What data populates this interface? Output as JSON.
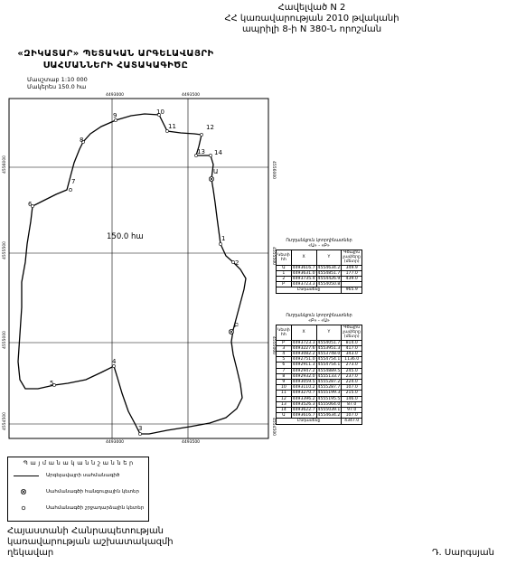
{
  "header": {
    "line1": "Հավելված N 2",
    "line2": "ՀՀ կառավարության 2010 թվականի",
    "line3": "ապրիլի 8-ի N 380-Ն որոշման"
  },
  "map_title": {
    "line1": "«ԶԻԿԱՏԱՐ» ՊԵՏԱԿԱՆ ԱՐԳԵԼԱՎԱՅՐԻ",
    "line2": "ՍԱՀՄԱՆՆԵՐԻ ՀԱՏԱԿԱԳԻԾԸ",
    "scale": "Մասշտաբ 1:10 000",
    "area": "Մակերես 150.0 հա"
  },
  "map": {
    "area_label": "150.0 հա",
    "top_ticks": [
      "4493000",
      "4493500"
    ],
    "bottom_ticks": [
      "4493000",
      "4493500"
    ],
    "left_ticks": [
      "4556000",
      "4555500",
      "4555000",
      "4554500"
    ],
    "right_ticks": [
      "4556000",
      "4555500",
      "4555000",
      "4554500"
    ],
    "points": [
      "1",
      "2",
      "3",
      "4",
      "5",
      "6",
      "7",
      "8",
      "9",
      "10",
      "11",
      "12",
      "13",
      "14",
      "Ա",
      "Բ"
    ]
  },
  "table1": {
    "caption": "Ուղղանկյուն կոորդինատներ",
    "sub": "«Ա» - «Բ»",
    "headers": [
      "Կետի հհ",
      "X",
      "Y",
      "Գծային չափերը (մետր)"
    ],
    "rows": [
      [
        "Ա",
        "4493616.7",
        "4554634.2",
        "349.9"
      ],
      [
        "1",
        "4493631.0",
        "4554851.7",
        "177.0"
      ],
      [
        "2",
        "4493735.4",
        "4554426.9",
        "439.0"
      ],
      [
        "Բ",
        "4493723.3",
        "4554050.8",
        ""
      ]
    ],
    "total_label": "Ընդամենը",
    "total": "965.9"
  },
  "table2": {
    "caption": "Ուղղանկյուն կոորդինատներ",
    "sub": "«Բ» - «Ա»",
    "headers": [
      "Կետի հհ",
      "X",
      "Y",
      "Գծային չափերը (մետր)"
    ],
    "rows": [
      [
        "Բ",
        "4493723.3",
        "4554051.7",
        "814.0"
      ],
      [
        "3",
        "4493227.6",
        "4553951.3",
        "417.0"
      ],
      [
        "4",
        "4493082.2",
        "4553748.0",
        "343.0"
      ],
      [
        "5",
        "4492751.0",
        "4554754.1",
        "1136.0"
      ],
      [
        "6",
        "4492911.3",
        "4554754.1",
        "273.0"
      ],
      [
        "7",
        "4492947.2",
        "4554889.5",
        "245.0"
      ],
      [
        "8",
        "4492932.0",
        "4555133.7",
        "237.0"
      ],
      [
        "9",
        "4493059.5",
        "4555287.2",
        "224.0"
      ],
      [
        "10",
        "4493110.2",
        "4555287.7",
        "107.0"
      ],
      [
        "11",
        "4493270.7",
        "4555199.3",
        "215.0"
      ],
      [
        "12",
        "4493396.2",
        "4555195.5",
        "146.0"
      ],
      [
        "13",
        "4493526.3",
        "4555064.0",
        "87.0"
      ],
      [
        "14",
        "4493622.7",
        "4555039.1",
        "97.0"
      ],
      [
        "Ա",
        "4493616.7",
        "4554634.2",
        "107.0"
      ]
    ],
    "total_label": "Ընդամենը",
    "total": "4347.0"
  },
  "legend": {
    "title": "Պ ա յ մ ա ն ա կ ա ն   ն շ ա ն ն ե ր",
    "items": [
      "Արգելավայրի սահմանագիծ",
      "Սահմանագծի հանգուցային կետեր",
      "Սահմանագծի շրջադարձային կետեր"
    ]
  },
  "footer": {
    "line1": "Հայաստանի Հանրապետության",
    "line2": "կառավարության աշխատակազմի",
    "line3": "ղեկավար",
    "signature": "Դ. Սարգսյան"
  }
}
